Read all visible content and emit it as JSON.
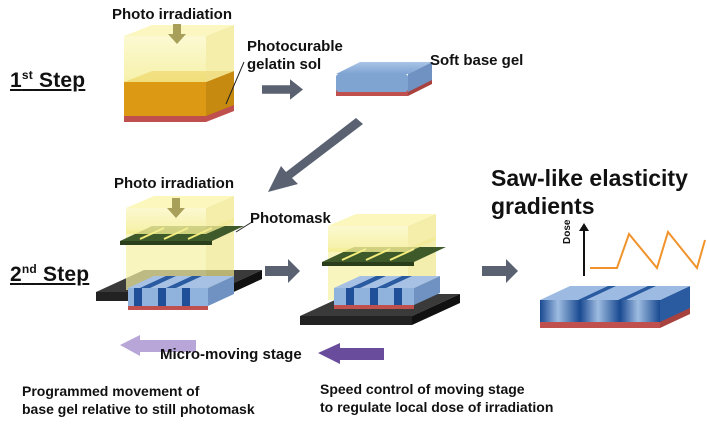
{
  "labels": {
    "photo_irradiation_1": "Photo irradiation",
    "photocurable_line1": "Photocurable",
    "photocurable_line2": "gelatin  sol",
    "soft_base_gel": "Soft base gel",
    "photo_irradiation_2": "Photo irradiation",
    "photomask": "Photomask",
    "micro_moving_stage": "Micro-moving stage",
    "dose": "Dose"
  },
  "steps": {
    "first_num": "1",
    "first_sup": "st",
    "first_word": " Step",
    "second_num": "2",
    "second_sup": "nd",
    "second_word": " Step"
  },
  "result": {
    "title_line1": "Saw-like elasticity",
    "title_line2": "gradients"
  },
  "captions": {
    "left_line1": "Programmed movement of",
    "left_line2": "base gel relative to still photomask",
    "right_line1": "Speed control of moving stage",
    "right_line2": "to regulate local dose of irradiation"
  },
  "colors": {
    "light_yellow": "#f7f3a8",
    "gel_orange": "#e2a21a",
    "gel_blue": "#8fb3dc",
    "gel_dark_blue": "#1f4f98",
    "base_red": "#c0504d",
    "stage_gray": "#3a3a3a",
    "mask_green": "#3f5a2a",
    "arrow_gray": "#5a6272",
    "dose_orange": "#f0932b",
    "stage_arrow_light": "#b8a6d8",
    "stage_arrow_dark": "#6a4c9c"
  },
  "icons": [
    "arrow-down-icon",
    "arrow-right-icon",
    "arrow-diagonal-icon",
    "arrow-left-icon",
    "arrow-up-icon"
  ]
}
